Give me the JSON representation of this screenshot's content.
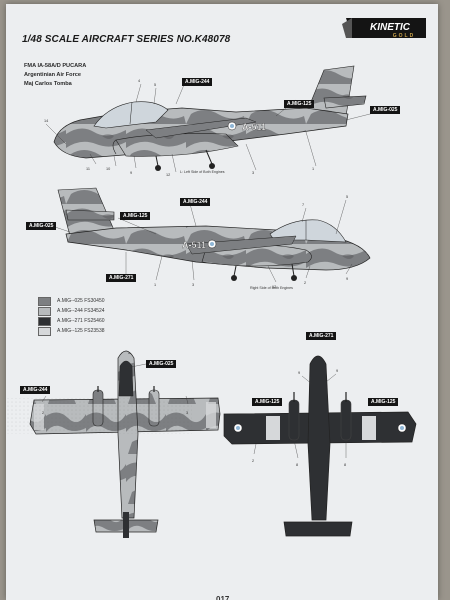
{
  "header": {
    "title": "1/48 SCALE AIRCRAFT  SERIES NO.K48078",
    "logo_main": "KINETIC",
    "logo_sub": "GOLD"
  },
  "aircraft": {
    "model": "FMA IA-58A/D PUCARA",
    "operator": "Argentinian Air Force",
    "pilot": "Maj Carlos Tomba",
    "serial": "A-511"
  },
  "notes": {
    "left_engine": "L: Left Side of Both Engines",
    "right_engine": "Right Side of Both Engines"
  },
  "tags": {
    "t1": "A.MIG-244",
    "t2": "A.MIG-125",
    "t3": "A.MIG-025",
    "t4": "A.MIG-244",
    "t5": "A.MIG-125",
    "t6": "A.MIG-025",
    "t7": "A.MIG-271",
    "t8": "A.MIG-025",
    "t9": "A.MIG-244",
    "t10": "A.MIG-271",
    "t11": "A.MIG-125",
    "t12": "A.MIG-125"
  },
  "legend": [
    {
      "label": "A.MIG--025  FS30450",
      "color": "#7d7f82"
    },
    {
      "label": "A.MIG--244  FS34524",
      "color": "#b8bbbd"
    },
    {
      "label": "A.MIG--271  FS25460",
      "color": "#2e3033"
    },
    {
      "label": "A.MIG--125  FS23538",
      "color": "#d6d8da"
    }
  ],
  "page_number": "017",
  "colors": {
    "dark": "#2e3033",
    "mid": "#7d7f82",
    "light": "#b8bbbd",
    "pale": "#d6d8da",
    "black": "#141414"
  }
}
